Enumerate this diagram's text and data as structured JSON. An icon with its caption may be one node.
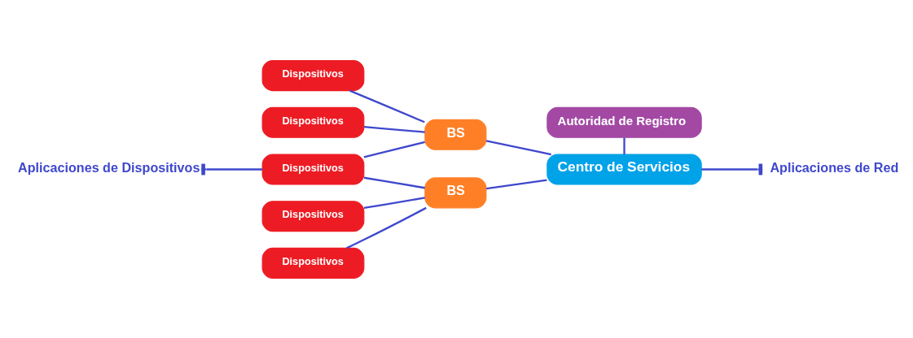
{
  "diagram": {
    "nodes": [
      {
        "text": [
          "Autoridad de Registro"
        ]
      },
      {
        "text": [
          "Dispositivos"
        ]
      },
      {
        "text": [
          "Dispositivos"
        ]
      },
      {
        "text": [
          "Dispositivos"
        ]
      },
      {
        "text": [
          "Dispositivos"
        ]
      },
      {
        "text": [
          "Dispositivos"
        ]
      },
      {
        "text": [
          "BS"
        ]
      },
      {
        "text": [
          "BS"
        ]
      },
      {
        "text": [
          "Centro de Servicios"
        ]
      },
      {
        "text": [
          "Aplicaciones de Dispositivos"
        ]
      },
      {
        "text": [
          "Aplicaciones de Red"
        ]
      }
    ],
    "edges": [
      {
        "from": 1,
        "to": 6,
        "arrow": "none"
      },
      {
        "from": 2,
        "to": 6,
        "arrow": "none"
      },
      {
        "from": 3,
        "to": 6,
        "arrow": "none"
      },
      {
        "from": 3,
        "to": 7,
        "arrow": "none"
      },
      {
        "from": 4,
        "to": 7,
        "arrow": "none"
      },
      {
        "from": 5,
        "to": 7,
        "arrow": "none"
      },
      {
        "from": 6,
        "to": 8,
        "arrow": "none"
      },
      {
        "from": 7,
        "to": 8,
        "arrow": "none"
      },
      {
        "from": 0,
        "to": 8,
        "arrow": "none"
      },
      {
        "from": 3,
        "to": 9,
        "arrow": "other"
      },
      {
        "from": 8,
        "to": 10,
        "arrow": "other"
      }
    ]
  }
}
